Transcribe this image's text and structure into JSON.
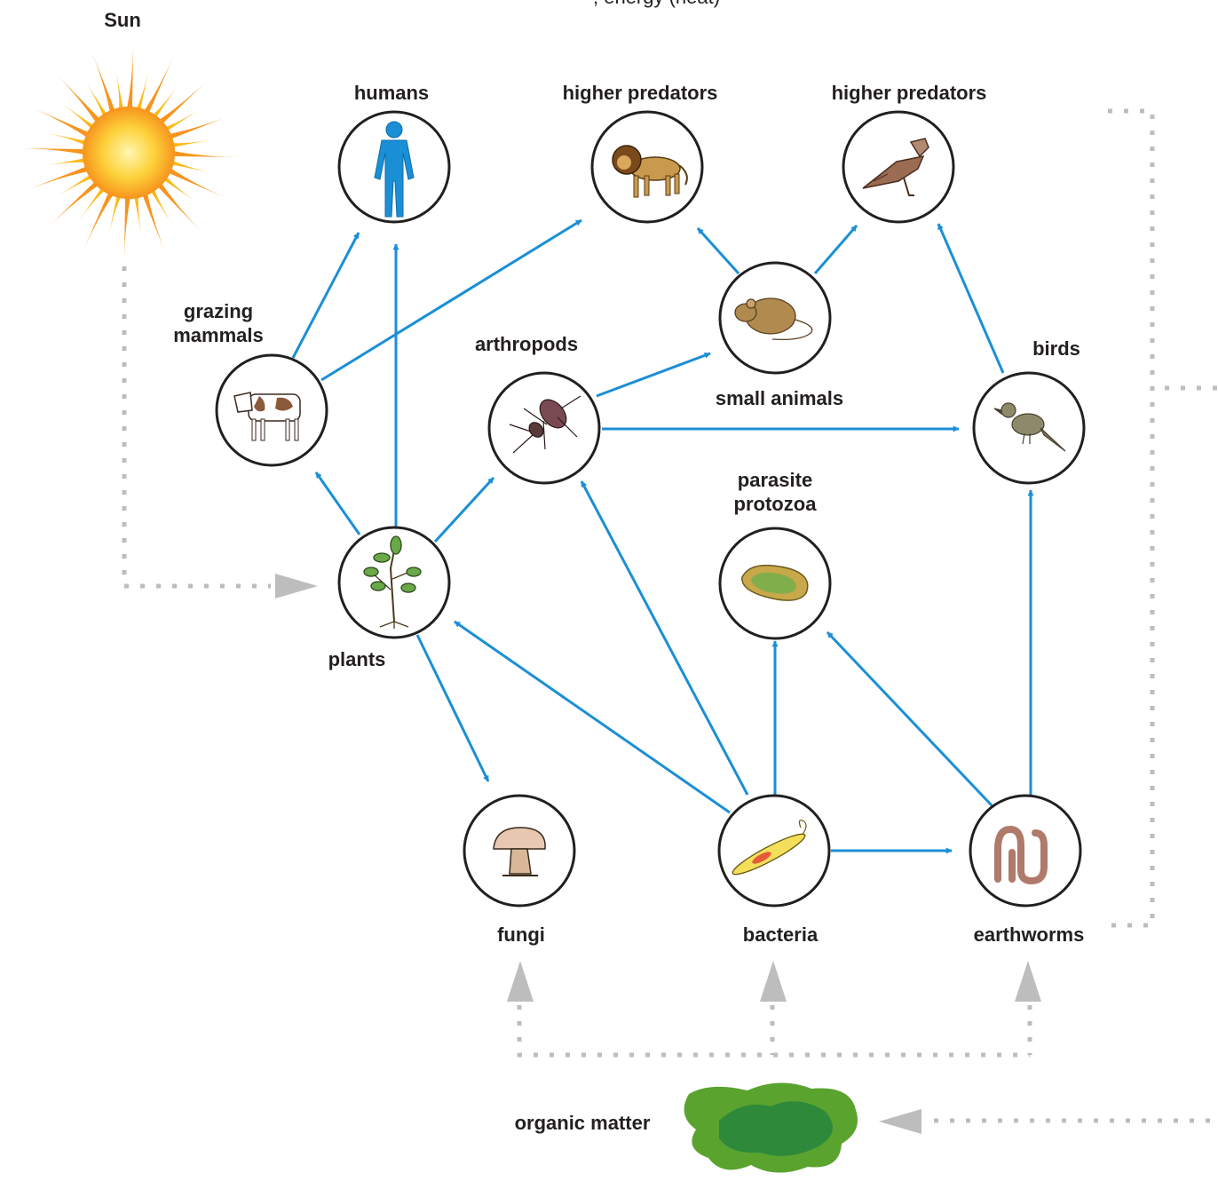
{
  "header_fragment": ", energy (heat)",
  "colors": {
    "flow": "#1b8fd6",
    "energy_path": "#bdbdbd",
    "node_outline": "#231f20",
    "sun_core": "#fdb913",
    "sun_rays": "#f7941d",
    "organic_matter": "#5aa32e"
  },
  "sun": {
    "label": "Sun",
    "icon": "sun-icon"
  },
  "organic_matter": {
    "label": "organic matter",
    "icon": "organic-matter-blob-icon"
  },
  "nodes": {
    "humans": {
      "label": "humans",
      "icon": "human-figure-icon"
    },
    "higher_predators_lion": {
      "label": "higher predators",
      "icon": "lion-icon"
    },
    "higher_predators_hawk": {
      "label": "higher predators",
      "icon": "hawk-icon"
    },
    "grazing_mammals": {
      "label_line1": "grazing",
      "label_line2": "mammals",
      "icon": "cow-icon"
    },
    "arthropods": {
      "label": "arthropods",
      "icon": "beetle-icon"
    },
    "small_animals": {
      "label": "small animals",
      "icon": "mouse-icon"
    },
    "birds": {
      "label": "birds",
      "icon": "bird-icon"
    },
    "parasite_protozoa": {
      "label_line1": "parasite",
      "label_line2": "protozoa",
      "icon": "protozoa-icon"
    },
    "plants": {
      "label": "plants",
      "icon": "plant-icon"
    },
    "fungi": {
      "label": "fungi",
      "icon": "mushroom-icon"
    },
    "bacteria": {
      "label": "bacteria",
      "icon": "bacterium-icon"
    },
    "earthworms": {
      "label": "earthworms",
      "icon": "earthworm-icon"
    }
  },
  "edges": [
    {
      "from": "plants",
      "to": "grazing_mammals",
      "kind": "feeds"
    },
    {
      "from": "plants",
      "to": "humans",
      "kind": "feeds"
    },
    {
      "from": "plants",
      "to": "arthropods",
      "kind": "feeds"
    },
    {
      "from": "plants",
      "to": "fungi",
      "kind": "feeds"
    },
    {
      "from": "grazing_mammals",
      "to": "humans",
      "kind": "feeds"
    },
    {
      "from": "grazing_mammals",
      "to": "higher_predators_lion",
      "kind": "feeds"
    },
    {
      "from": "arthropods",
      "to": "small_animals",
      "kind": "feeds"
    },
    {
      "from": "arthropods",
      "to": "birds",
      "kind": "feeds"
    },
    {
      "from": "small_animals",
      "to": "higher_predators_lion",
      "kind": "feeds"
    },
    {
      "from": "small_animals",
      "to": "higher_predators_hawk",
      "kind": "feeds"
    },
    {
      "from": "birds",
      "to": "higher_predators_hawk",
      "kind": "feeds"
    },
    {
      "from": "bacteria",
      "to": "plants",
      "kind": "feeds"
    },
    {
      "from": "bacteria",
      "to": "arthropods",
      "kind": "feeds"
    },
    {
      "from": "bacteria",
      "to": "parasite_protozoa",
      "kind": "feeds"
    },
    {
      "from": "bacteria",
      "to": "earthworms",
      "kind": "feeds"
    },
    {
      "from": "earthworms",
      "to": "parasite_protozoa",
      "kind": "feeds"
    },
    {
      "from": "earthworms",
      "to": "birds",
      "kind": "feeds"
    },
    {
      "from": "sun",
      "to": "plants",
      "kind": "energy"
    },
    {
      "from": "organic_matter",
      "to": "fungi",
      "kind": "energy"
    },
    {
      "from": "organic_matter",
      "to": "bacteria",
      "kind": "energy"
    },
    {
      "from": "organic_matter",
      "to": "earthworms",
      "kind": "energy"
    },
    {
      "from": "earthworms",
      "to": "organic_matter",
      "kind": "energy"
    }
  ]
}
